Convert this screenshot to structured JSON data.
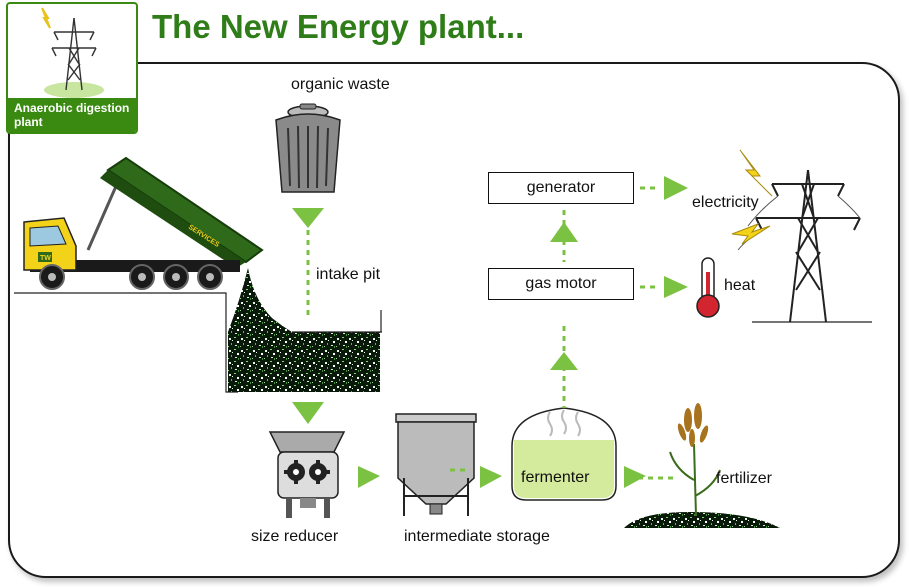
{
  "title": "The New Energy plant...",
  "badge": {
    "caption": "Anaerobic digestion plant"
  },
  "truck": {
    "logo_text": "TW",
    "brand_text": "SERVICES"
  },
  "labels": {
    "organic_waste": "organic waste",
    "intake_pit": "intake pit",
    "size_reducer": "size reducer",
    "intermediate_storage": "intermediate storage",
    "fermenter": "fermenter",
    "fertilizer": "fertilizer",
    "gas_motor": "gas motor",
    "generator": "generator",
    "electricity": "electricity",
    "heat": "heat"
  },
  "colors": {
    "title_green": "#2e7d18",
    "arrow_green": "#7cc242",
    "truck_green": "#2f6a1a",
    "cab_yellow": "#f3d21a",
    "thermometer_red": "#d2252f",
    "fermenter_liquid": "#d4ea9c"
  }
}
